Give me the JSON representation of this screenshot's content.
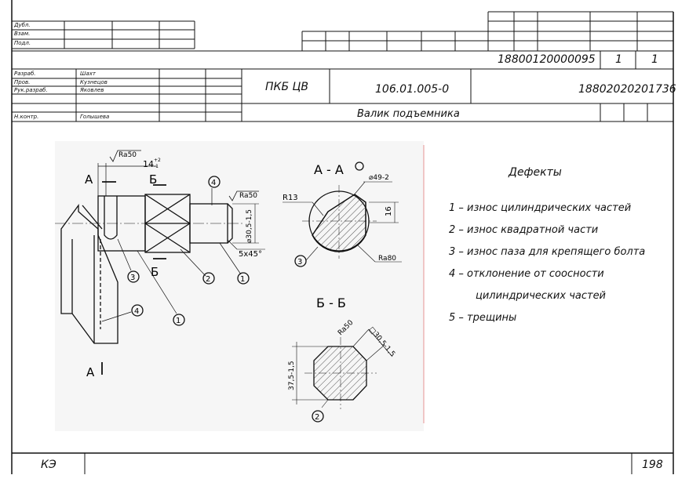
{
  "title_block": {
    "approval_labels": [
      "Дубл.",
      "Взам.",
      "Подл."
    ],
    "doc_number_top": "18800120000095",
    "sheet": "1",
    "sheets": "1",
    "roles": [
      {
        "role": "Разраб.",
        "name": "Шахт"
      },
      {
        "role": "Пров.",
        "name": "Кузнецов"
      },
      {
        "role": "Рук.разраб.",
        "name": "Яковлев"
      },
      {
        "role": "",
        "name": ""
      },
      {
        "role": "Н.контр.",
        "name": "Голышева"
      }
    ],
    "organization": "ПКБ ЦВ",
    "designation": "106.01.005-0",
    "doc_code": "18802020201736",
    "part_name": "Валик подъемника"
  },
  "drawing": {
    "section_aa": "А - А",
    "section_bb": "Б - Б",
    "view_a": "А",
    "view_b": "Б",
    "dims": {
      "roughness": "Ra50",
      "roughness_80": "Ra80",
      "len_14": "14",
      "tol_plus": "+2",
      "tol_minus": "-1",
      "dia_30": "⌀30,5-1,5",
      "chamfer": "5x45°",
      "dia_49": "⌀49-2",
      "r13": "R13",
      "d16": "16",
      "sq_30": "□30,5-1,5",
      "d_37": "37,5-1,5"
    },
    "callouts": [
      "1",
      "2",
      "3",
      "4"
    ]
  },
  "defects": {
    "heading": "Дефекты",
    "items": [
      "1  – износ цилиндрических частей",
      "2  – износ квадратной части",
      "3  – износ паза для крепящего болта",
      "4  – отклонение от соосности",
      "цилиндрических частей",
      "5  – трещины"
    ]
  },
  "footer": {
    "form_code": "КЭ",
    "page": "198"
  }
}
